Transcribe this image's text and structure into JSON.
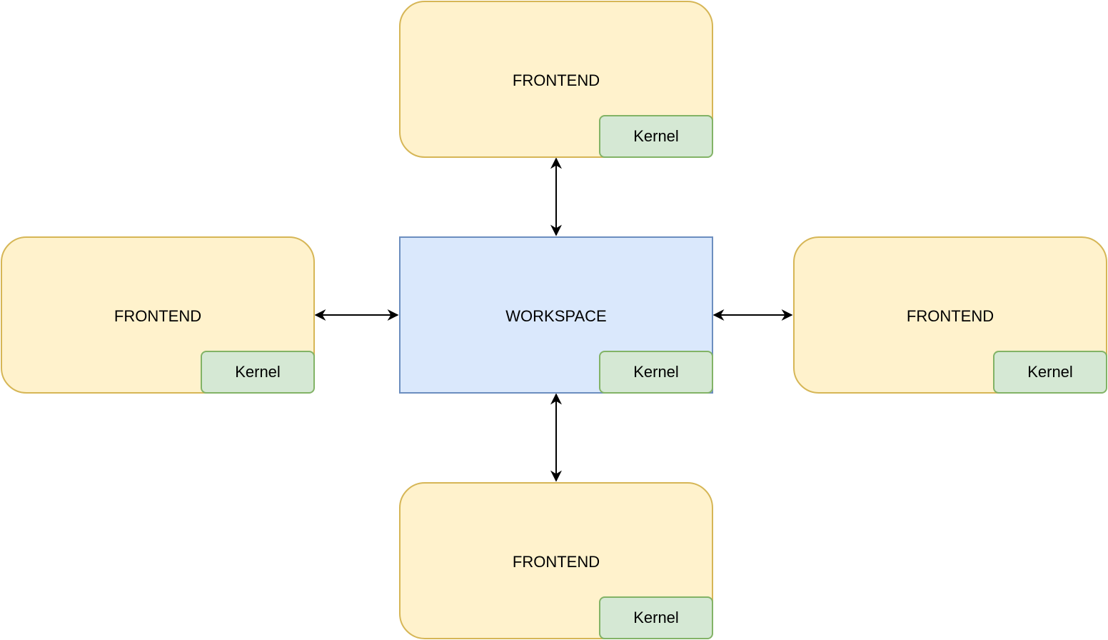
{
  "workspace": {
    "label": "WORKSPACE",
    "kernel_label": "Kernel"
  },
  "frontends": {
    "top": {
      "label": "FRONTEND",
      "kernel_label": "Kernel"
    },
    "left": {
      "label": "FRONTEND",
      "kernel_label": "Kernel"
    },
    "right": {
      "label": "FRONTEND",
      "kernel_label": "Kernel"
    },
    "bottom": {
      "label": "FRONTEND",
      "kernel_label": "Kernel"
    }
  },
  "edges": [
    {
      "from": "frontends.top",
      "to": "workspace",
      "direction": "both"
    },
    {
      "from": "frontends.left",
      "to": "workspace",
      "direction": "both"
    },
    {
      "from": "frontends.right",
      "to": "workspace",
      "direction": "both"
    },
    {
      "from": "frontends.bottom",
      "to": "workspace",
      "direction": "both"
    }
  ],
  "colors": {
    "frontend_fill": "#fff2cc",
    "frontend_stroke": "#d6b656",
    "workspace_fill": "#dae8fc",
    "workspace_stroke": "#6c8ebf",
    "kernel_fill": "#d5e8d4",
    "kernel_stroke": "#82b366",
    "edge": "#000000"
  }
}
